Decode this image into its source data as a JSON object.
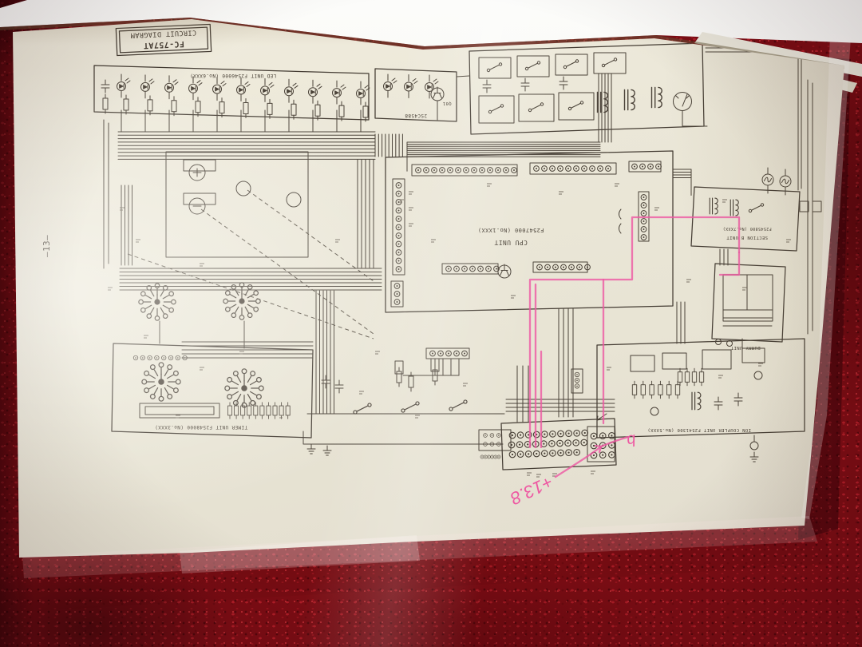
{
  "colors": {
    "carpet": "#7c0d14",
    "page": "#eae6d7",
    "ink": "#4a4238",
    "pink": "#ee58a2"
  },
  "title_block": {
    "model": "FC-757AT",
    "document": "CIRCUIT DIAGRAM"
  },
  "page_number": "—13—",
  "units": {
    "led": "LED UNIT  F2546000 (No.6XXX)",
    "cpu_name": "CPU UNIT",
    "cpu_part": "F2547000 (No.1XXX)",
    "timer": "TIMER UNIT  F2548000 (No.3XXX)",
    "coupler": "ION COUPLER UNIT  F2541300 (No.5XXX)",
    "section_b_name": "SECTION B UNIT",
    "section_b_part": "F2545800 (No.7XXX)",
    "dummy": "DUMMY UNIT"
  },
  "components": {
    "q01_ref": "Q01",
    "q01_type": "2SC4588"
  },
  "handwriting": {
    "voltage": "+13.8",
    "letter": "b"
  }
}
